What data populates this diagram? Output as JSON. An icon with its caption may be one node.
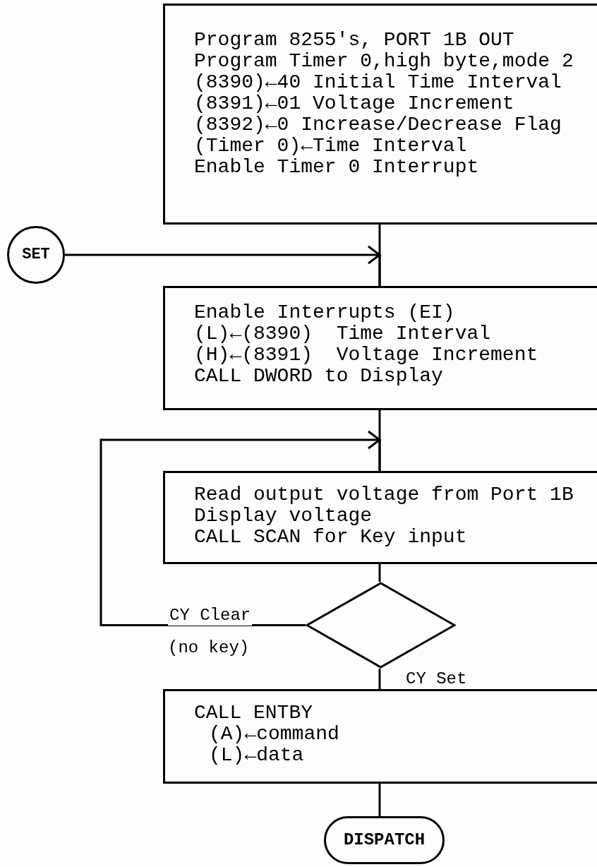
{
  "diagram": {
    "nodes": [
      {
        "text": [
          "Program 8255's, PORT 1B OUT",
          "Program Timer 0,high byte,mode 2",
          "(8390)←40 Initial Time Interval",
          "(8391)←01 Voltage Increment",
          "(8392)←0 Increase/Decrease Flag",
          "(Timer 0)←Time Interval",
          "Enable Timer 0 Interrupt"
        ]
      },
      {
        "text": [
          "SET"
        ]
      },
      {
        "text": [
          "Enable Interrupts (EI)",
          "(L)←(8390)  Time Interval",
          "(H)←(8391)  Voltage Increment",
          "CALL DWORD to Display"
        ]
      },
      {
        "text": [
          "Read output voltage from Port 1B",
          "Display voltage",
          "CALL SCAN for Key input"
        ]
      },
      {
        "text": [],
        "shape": "diamond"
      },
      {
        "text": [
          "CALL ENTBY",
          "(A)←command",
          "(L)←data"
        ]
      },
      {
        "text": [
          "DISPATCH"
        ]
      }
    ],
    "edges": [
      {
        "from": 0,
        "to": 2,
        "arrow": "none"
      },
      {
        "from": 1,
        "to": 2,
        "arrow": "to"
      },
      {
        "from": 2,
        "to": 3,
        "arrow": "none"
      },
      {
        "from": 4,
        "to": 3,
        "arrow": "to",
        "label": "CY Clear"
      },
      {
        "from": 3,
        "to": 4,
        "arrow": "none"
      },
      {
        "from": 4,
        "to": 5,
        "arrow": "none",
        "label": "CY Set"
      },
      {
        "from": 5,
        "to": 6,
        "arrow": "none"
      }
    ],
    "labels": [
      "(no key)"
    ]
  }
}
